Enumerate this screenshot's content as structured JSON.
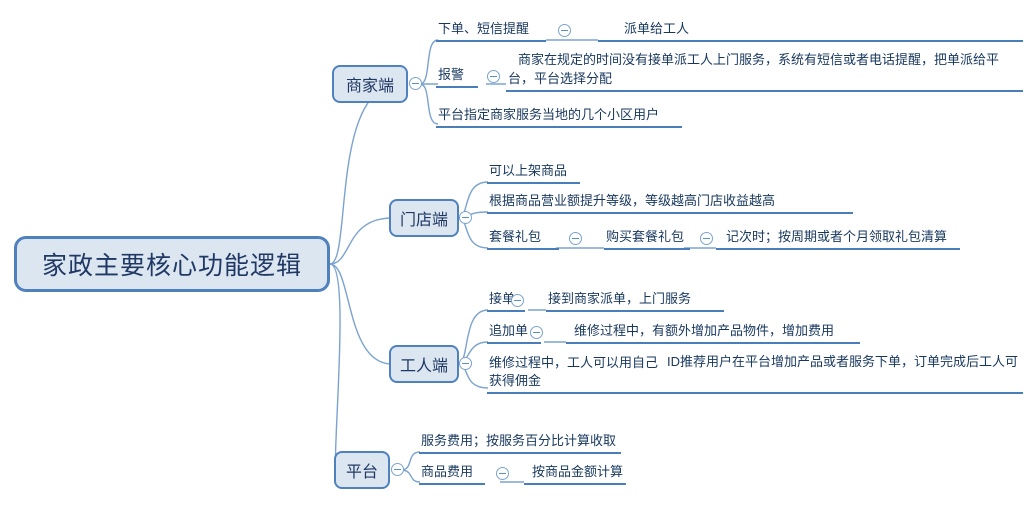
{
  "diagram": {
    "type": "mind-map",
    "title": "家政主要核心功能逻辑",
    "colors": {
      "node_fill": "#dce6f1",
      "node_border": "#4f81bd",
      "text": "#17375e",
      "underline": "#4a7ebb",
      "connector": "#7ba3d0",
      "background": "#ffffff"
    },
    "root": {
      "label": "家政主要核心功能逻辑"
    },
    "branches": [
      {
        "label": "商家端",
        "toggle_icon": "collapse-minus-icon",
        "items": [
          {
            "text": "下单、短信提醒",
            "toggle_icon": "collapse-minus-icon",
            "child": {
              "text": "派单给工人"
            }
          },
          {
            "text": "报警",
            "toggle_icon": "collapse-minus-icon",
            "child": {
              "text": "商家在规定的时间没有接单派工人上门服务，系统有短信或者电话提醒，把单派给平台，平台选择分配"
            }
          },
          {
            "text": "平台指定商家服务当地的几个小区用户"
          }
        ]
      },
      {
        "label": "门店端",
        "toggle_icon": "collapse-minus-icon",
        "items": [
          {
            "text": "可以上架商品"
          },
          {
            "text": "根据商品营业额提升等级，等级越高门店收益越高"
          },
          {
            "text": "套餐礼包",
            "toggle_icon": "collapse-minus-icon",
            "child": {
              "text": "购买套餐礼包",
              "toggle_icon": "collapse-minus-icon",
              "child": {
                "text": "记次时；按周期或者个月领取礼包清算"
              }
            }
          }
        ]
      },
      {
        "label": "工人端",
        "toggle_icon": "collapse-minus-icon",
        "items": [
          {
            "text": "接单",
            "toggle_icon": "collapse-minus-icon",
            "child": {
              "text": "接到商家派单，上门服务"
            }
          },
          {
            "text": "追加单",
            "toggle_icon": "collapse-minus-icon",
            "child": {
              "text": "维修过程中，有额外增加产品物件，增加费用"
            }
          },
          {
            "text": "维修过程中，工人可以用自己",
            "child": {
              "text": "ID推荐用户在平台增加产品或者服务下单，订单完成后工人可获得佣金"
            }
          }
        ]
      },
      {
        "label": "平台",
        "toggle_icon": "collapse-minus-icon",
        "items": [
          {
            "text": "服务费用；按服务百分比计算收取"
          },
          {
            "text": "商品费用",
            "toggle_icon": "collapse-minus-icon",
            "child": {
              "text": "按商品金额计算"
            }
          }
        ]
      }
    ]
  }
}
